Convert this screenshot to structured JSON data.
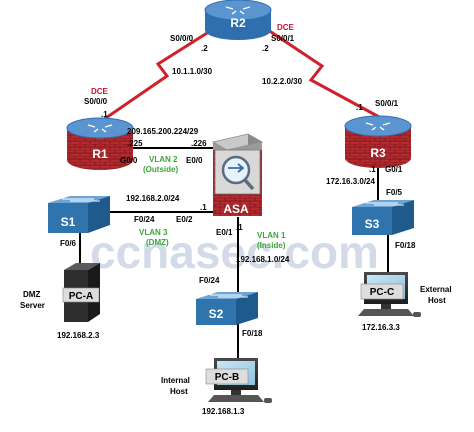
{
  "watermark": "ccnasec.com",
  "devices": {
    "r1": "R1",
    "r2": "R2",
    "r3": "R3",
    "asa": "ASA",
    "s1": "S1",
    "s2": "S2",
    "s3": "S3",
    "pca": "PC-A",
    "pcb": "PC-B",
    "pcc": "PC-C"
  },
  "ports": {
    "r2_s000": "S0/0/0",
    "r2_s001": "S0/0/1",
    "r1_s000": "S0/0/0",
    "r1_g00": "G0/0",
    "r3_s001": "S0/0/1",
    "r3_g01": "G0/1",
    "asa_e00": "E0/0",
    "asa_e02": "E0/2",
    "asa_e01": "E0/1",
    "s1_f024": "F0/24",
    "s1_f06": "F0/6",
    "s2_f024": "F0/24",
    "s2_f018": "F0/18",
    "s3_f05": "F0/5",
    "s3_f018": "F0/18"
  },
  "dce": {
    "r2": "DCE",
    "r1": "DCE"
  },
  "hosts": {
    "r2_left": ".2",
    "r2_right": ".2",
    "r1_serial": ".1",
    "r3_serial": ".1",
    "r1_g": ".225",
    "asa_outside": ".226",
    "asa_dmz": ".1",
    "asa_inside": ".1",
    "r3_g": ".1"
  },
  "networks": {
    "r1_r2": "10.1.1.0/30",
    "r2_r3": "10.2.2.0/30",
    "outside": "209.165.200.224/29",
    "dmz": "192.168.2.0/24",
    "inside": "192.168.1.0/24",
    "r3_lan": "172.16.3.0/24"
  },
  "vlans": {
    "v2_name": "VLAN 2",
    "v2_desc": "(Outside)",
    "v3_name": "VLAN 3",
    "v3_desc": "(DMZ)",
    "v1_name": "VLAN 1",
    "v1_desc": "(Inside)"
  },
  "host_roles": {
    "pca_1": "DMZ",
    "pca_2": "Server",
    "pcb_1": "Internal",
    "pcb_2": "Host",
    "pcc_1": "External",
    "pcc_2": "Host"
  },
  "host_ips": {
    "pca": "192.168.2.3",
    "pcb": "192.168.1.3",
    "pcc": "172.16.3.3"
  },
  "colors": {
    "router": "#2f6fb0",
    "router_top": "#5a95cf",
    "switch": "#2f74ad",
    "switch_top": "#6aa5d6",
    "firewall": "#b0202a",
    "serial_link": "#d0202a"
  }
}
